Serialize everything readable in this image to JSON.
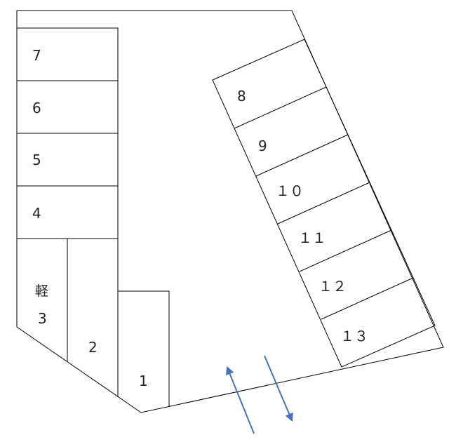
{
  "lot": {
    "spaces": [
      {
        "id": "space-1",
        "label": "1"
      },
      {
        "id": "space-2",
        "label": "2"
      },
      {
        "id": "space-3",
        "label": "3",
        "tag": "軽"
      },
      {
        "id": "space-4",
        "label": "4"
      },
      {
        "id": "space-5",
        "label": "5"
      },
      {
        "id": "space-6",
        "label": "6"
      },
      {
        "id": "space-7",
        "label": "7"
      },
      {
        "id": "space-8",
        "label": "8"
      },
      {
        "id": "space-9",
        "label": "9"
      },
      {
        "id": "space-10",
        "label": "１０"
      },
      {
        "id": "space-11",
        "label": "１１"
      },
      {
        "id": "space-12",
        "label": "１２"
      },
      {
        "id": "space-13",
        "label": "１３"
      }
    ]
  },
  "colors": {
    "outline": "#000000",
    "arrow": "#4472c4"
  },
  "icons": {
    "entry": "arrow-up-icon",
    "exit": "arrow-down-icon"
  }
}
